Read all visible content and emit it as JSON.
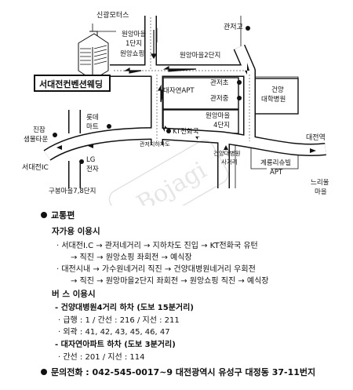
{
  "map": {
    "labels": {
      "sinkwang_motors": "신광모터스",
      "gwanjeo_high": "관저고",
      "wonyang_1danji": "원앙마을\n1단지",
      "wonyang_shopping": "원앙쇼핑",
      "wonyang_2danji": "원앙마을2단지",
      "gwanjeo_elem": "관저초",
      "gwanjeo_middle": "관저중",
      "daejayeon_apt": "대자연APT",
      "konyang_hospital": "건양\n대학병원",
      "lotte_mart": "롯데\n마트",
      "wonyang_4danji": "원앙마을\n4단지",
      "kt_branch": "KT전화국",
      "jinjam_semaeul": "진잠\n샘물타운",
      "underpass": "관저지하차도",
      "konyang_sagori": "건양대병원\n사거리",
      "gyeryong_apt": "계룡리슈빌\nAPT",
      "daejeon_station": "대전역",
      "neurijeul": "느리울\n마을",
      "seodaejeon_ic": "서대전IC",
      "lg_shop": "LG\n전자",
      "gubong_maeul": "구봉마을7,8단지",
      "venue_name": "서대전컨벤션웨딩",
      "watermark": "Bojagi"
    }
  },
  "transport": {
    "title": "교통편",
    "car": {
      "heading": "자가용 이용시",
      "route1_line1": "· 서대전I.C → 관저네거리 → 지하차도 진입 → KT전화국 유턴",
      "route1_line2": "→ 직진 → 원앙쇼핑 좌회전 → 예식장",
      "route2_line1": "· 대전시내 → 가수원네거리 직진 → 건양대병원네거리 우회전",
      "route2_line2": "→ 직진 → 원앙마을2단지 좌회전 → 원앙쇼핑 직진 → 예식장"
    },
    "bus": {
      "heading": "버   스 이용시",
      "stop1": "- 건양대병원4거리 하차 (도보 15분거리)",
      "stop1_line1": "· 급행 : 1 / 간선 : 216 / 지선 : 211",
      "stop1_line2": "· 외곽 : 41, 42, 43, 45, 46, 47",
      "stop2": "- 대자연아파트 하차 (도보 3분거리)",
      "stop2_line1": "· 간선 : 201 / 지선 : 114"
    }
  },
  "contact": {
    "text": "문의전화 : 042-545-0017~9  대전광역시 유성구 대정동 37-11번지"
  }
}
